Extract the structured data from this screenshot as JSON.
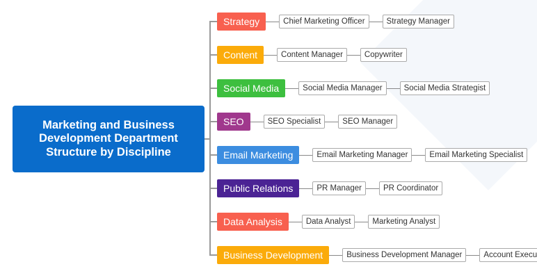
{
  "root": {
    "title": "Marketing and Business Development Department Structure by Discipline",
    "color": "#0a6ccb"
  },
  "branches": [
    {
      "label": "Strategy",
      "color": "#f8604f",
      "children": [
        "Chief Marketing Officer",
        "Strategy Manager"
      ]
    },
    {
      "label": "Content",
      "color": "#fbab0a",
      "children": [
        "Content Manager",
        "Copywriter"
      ]
    },
    {
      "label": "Social Media",
      "color": "#3dbf3f",
      "children": [
        "Social Media Manager",
        "Social Media Strategist"
      ]
    },
    {
      "label": "SEO",
      "color": "#a0388d",
      "children": [
        "SEO Specialist",
        "SEO Manager"
      ]
    },
    {
      "label": "Email Marketing",
      "color": "#3c8de0",
      "children": [
        "Email Marketing Manager",
        "Email Marketing Specialist"
      ]
    },
    {
      "label": "Public Relations",
      "color": "#4b2394",
      "children": [
        "PR Manager",
        "PR Coordinator"
      ]
    },
    {
      "label": "Data Analysis",
      "color": "#f8604f",
      "children": [
        "Data Analyst",
        "Marketing Analyst"
      ]
    },
    {
      "label": "Business Development",
      "color": "#fbab0a",
      "children": [
        "Business Development Manager",
        "Account Executive"
      ]
    }
  ]
}
